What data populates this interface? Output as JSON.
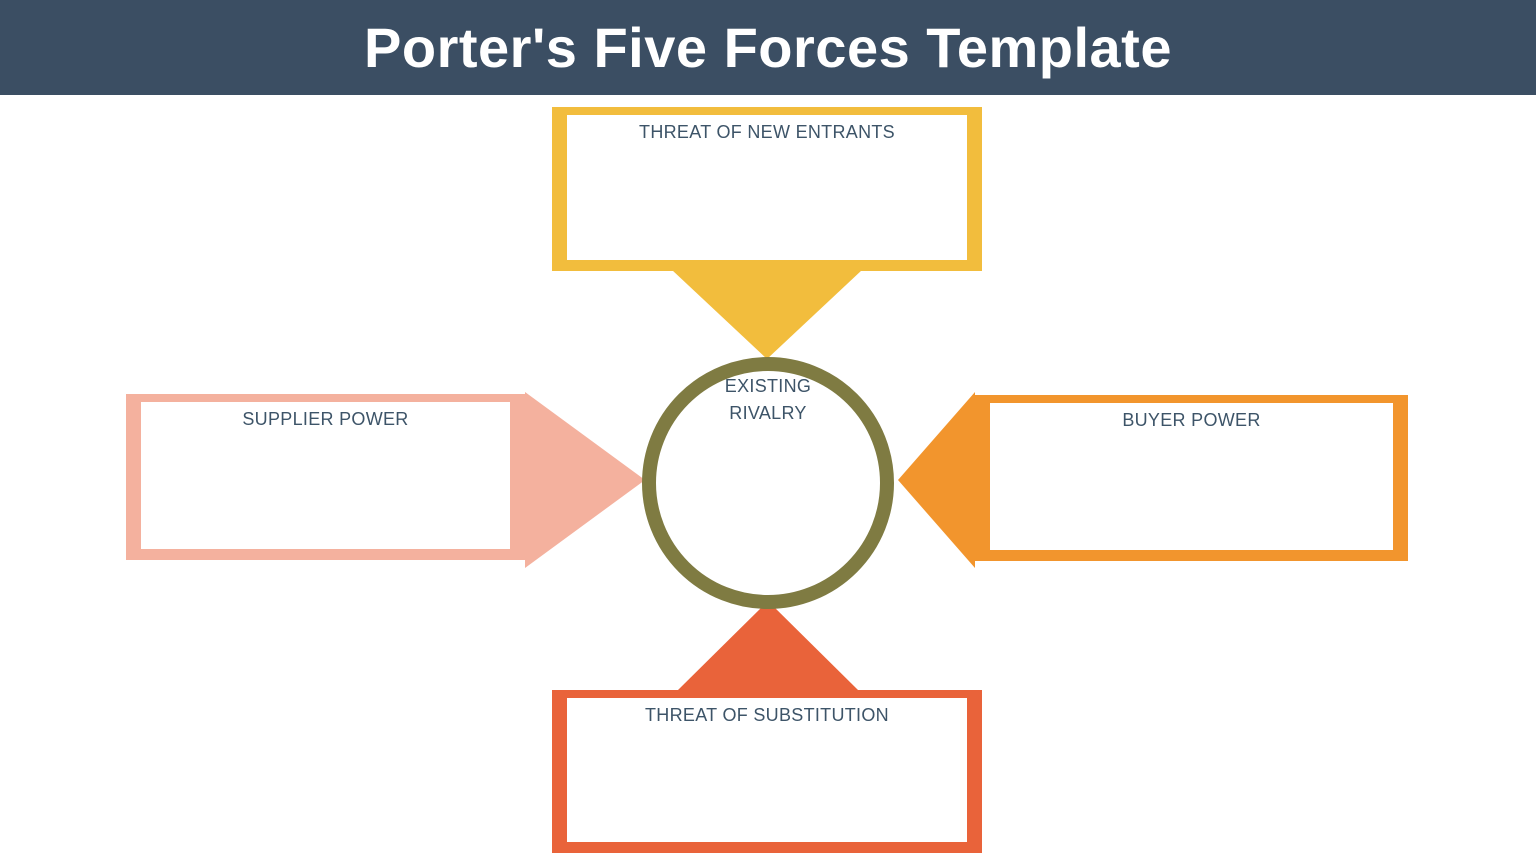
{
  "title": "Porter's Five Forces Template",
  "colors": {
    "header_bg": "#3b4e63",
    "title_text": "#ffffff",
    "label_text": "#3d5468",
    "new_entrants": "#f2bd3d",
    "supplier_power": "#f4b19e",
    "buyer_power": "#f2952d",
    "substitution": "#e9633a",
    "rivalry_ring": "#7f7b42",
    "background": "#ffffff"
  },
  "forces": {
    "new_entrants": {
      "label": "THREAT OF NEW ENTRANTS"
    },
    "supplier": {
      "label": "SUPPLIER POWER"
    },
    "buyer": {
      "label": "BUYER POWER"
    },
    "substitution": {
      "label": "THREAT OF SUBSTITUTION"
    },
    "rivalry": {
      "label": "EXISTING RIVALRY"
    }
  }
}
